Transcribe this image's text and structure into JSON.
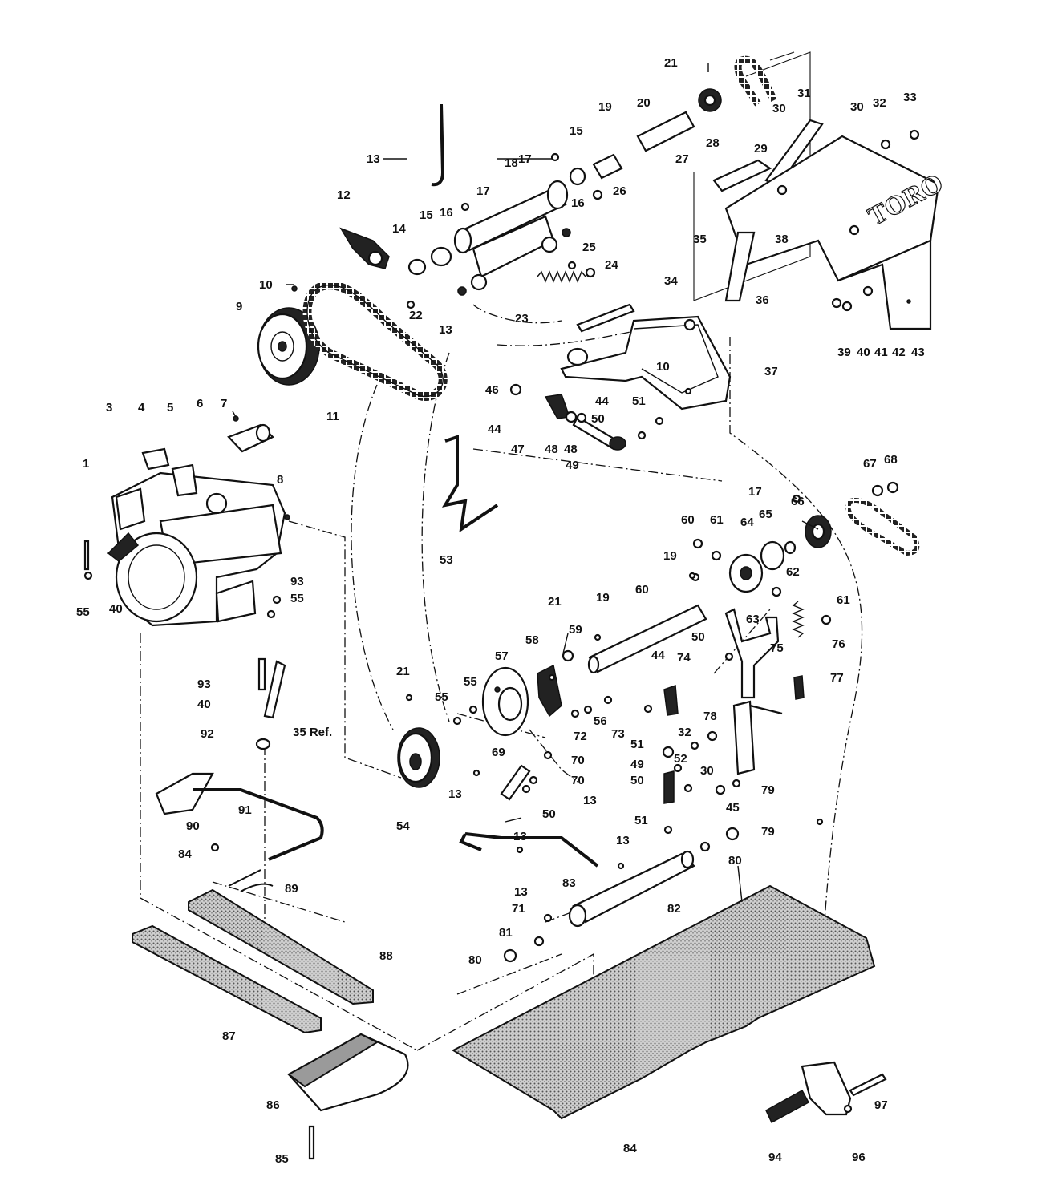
{
  "diagram": {
    "brand_logo": "TORO",
    "callouts": [
      "1",
      "3",
      "4",
      "5",
      "6",
      "7",
      "8",
      "9",
      "10",
      "10",
      "11",
      "12",
      "13",
      "13",
      "13",
      "13",
      "13",
      "13",
      "13",
      "14",
      "15",
      "15",
      "16",
      "16",
      "17",
      "17",
      "17",
      "18",
      "19",
      "19",
      "19",
      "20",
      "21",
      "21",
      "21",
      "22",
      "23",
      "24",
      "25",
      "26",
      "27",
      "28",
      "29",
      "30",
      "30",
      "30",
      "31",
      "32",
      "32",
      "33",
      "34",
      "35",
      "35 Ref.",
      "36",
      "37",
      "38",
      "39",
      "40",
      "40",
      "40",
      "41",
      "42",
      "43",
      "44",
      "44",
      "44",
      "45",
      "46",
      "47",
      "48",
      "48",
      "49",
      "49",
      "50",
      "50",
      "50",
      "50",
      "51",
      "51",
      "51",
      "52",
      "53",
      "54",
      "55",
      "55",
      "55",
      "55",
      "56",
      "57",
      "58",
      "59",
      "60",
      "60",
      "61",
      "61",
      "62",
      "63",
      "64",
      "65",
      "66",
      "67",
      "68",
      "69",
      "70",
      "70",
      "71",
      "72",
      "73",
      "74",
      "75",
      "76",
      "77",
      "78",
      "79",
      "79",
      "80",
      "80",
      "81",
      "82",
      "83",
      "84",
      "84",
      "85",
      "86",
      "87",
      "88",
      "89",
      "90",
      "91",
      "92",
      "93",
      "93",
      "94",
      "96",
      "97"
    ]
  }
}
